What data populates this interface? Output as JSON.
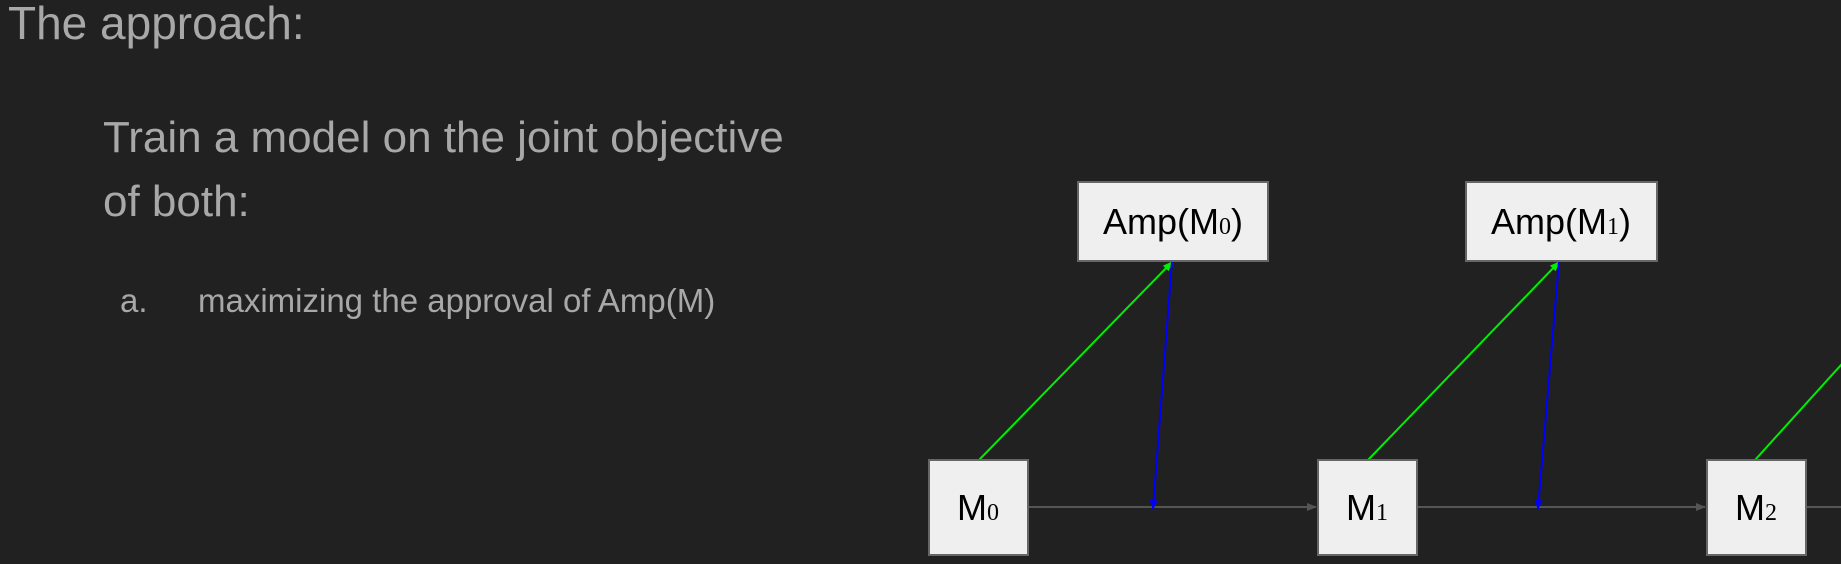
{
  "slide": {
    "title": "The approach:",
    "body": "Train a model on the joint objective of both:",
    "body_line1": "Train a model on the joint objective",
    "body_line2": "of both:",
    "list": [
      {
        "marker": "a.",
        "text": "maximizing the approval of Amp(M)"
      }
    ]
  },
  "diagram": {
    "model_nodes": [
      {
        "base": "M",
        "sub": "0"
      },
      {
        "base": "M",
        "sub": "1"
      },
      {
        "base": "M",
        "sub": "2"
      }
    ],
    "amp_nodes": [
      {
        "prefix": "Amp(M",
        "sub": "0",
        "suffix": ")"
      },
      {
        "prefix": "Amp(M",
        "sub": "1",
        "suffix": ")"
      }
    ],
    "colors": {
      "amplify_edge": "#00ee00",
      "feedback_edge": "#0000ff",
      "sequence_edge": "#555555",
      "node_fill": "#efefef"
    }
  }
}
